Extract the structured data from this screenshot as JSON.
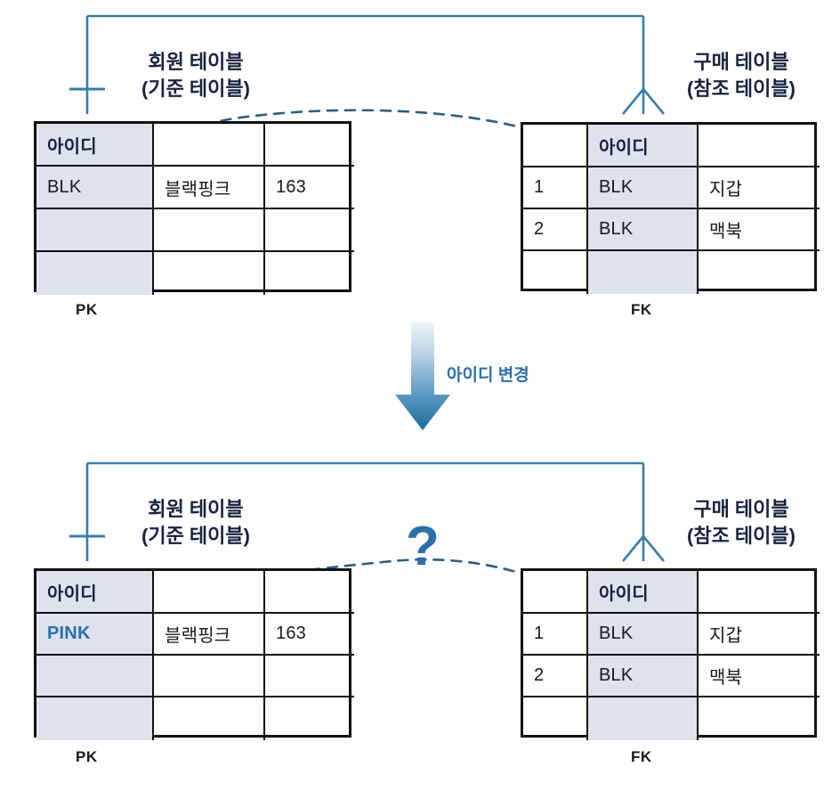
{
  "diagram": {
    "title_hidden": "",
    "accent_blue": "#2f6fa8",
    "line_blue": "#3a7ca8",
    "key_fill": "#dfe2ec",
    "changed_color": "#2b6ea8",
    "text_dark": "#16233f"
  },
  "top": {
    "left_table": {
      "title_line1": "회원 테이블",
      "title_line2": "(기준 테이블)",
      "key_label": "PK",
      "rows": [
        [
          "아이디",
          "",
          ""
        ],
        [
          "BLK",
          "블랙핑크",
          "163"
        ],
        [
          "",
          "",
          ""
        ],
        [
          "",
          "",
          ""
        ]
      ]
    },
    "right_table": {
      "title_line1": "구매 테이블",
      "title_line2": "(참조 테이블)",
      "key_label": "FK",
      "rows": [
        [
          "",
          "아이디",
          ""
        ],
        [
          "1",
          "BLK",
          "지갑"
        ],
        [
          "2",
          "BLK",
          "맥북"
        ],
        [
          "",
          "",
          ""
        ]
      ]
    }
  },
  "transition": {
    "label": "아이디 변경",
    "arrow_icon": "down-arrow-icon"
  },
  "bottom": {
    "left_table": {
      "title_line1": "회원 테이블",
      "title_line2": "(기준 테이블)",
      "key_label": "PK",
      "rows": [
        [
          "아이디",
          "",
          ""
        ],
        [
          "PINK",
          "블랙핑크",
          "163"
        ],
        [
          "",
          "",
          ""
        ],
        [
          "",
          "",
          ""
        ]
      ]
    },
    "right_table": {
      "title_line1": "구매 테이블",
      "title_line2": "(참조 테이블)",
      "key_label": "FK",
      "rows": [
        [
          "",
          "아이디",
          ""
        ],
        [
          "1",
          "BLK",
          "지갑"
        ],
        [
          "2",
          "BLK",
          "맥북"
        ],
        [
          "",
          "",
          ""
        ]
      ]
    },
    "question_mark": "?"
  }
}
